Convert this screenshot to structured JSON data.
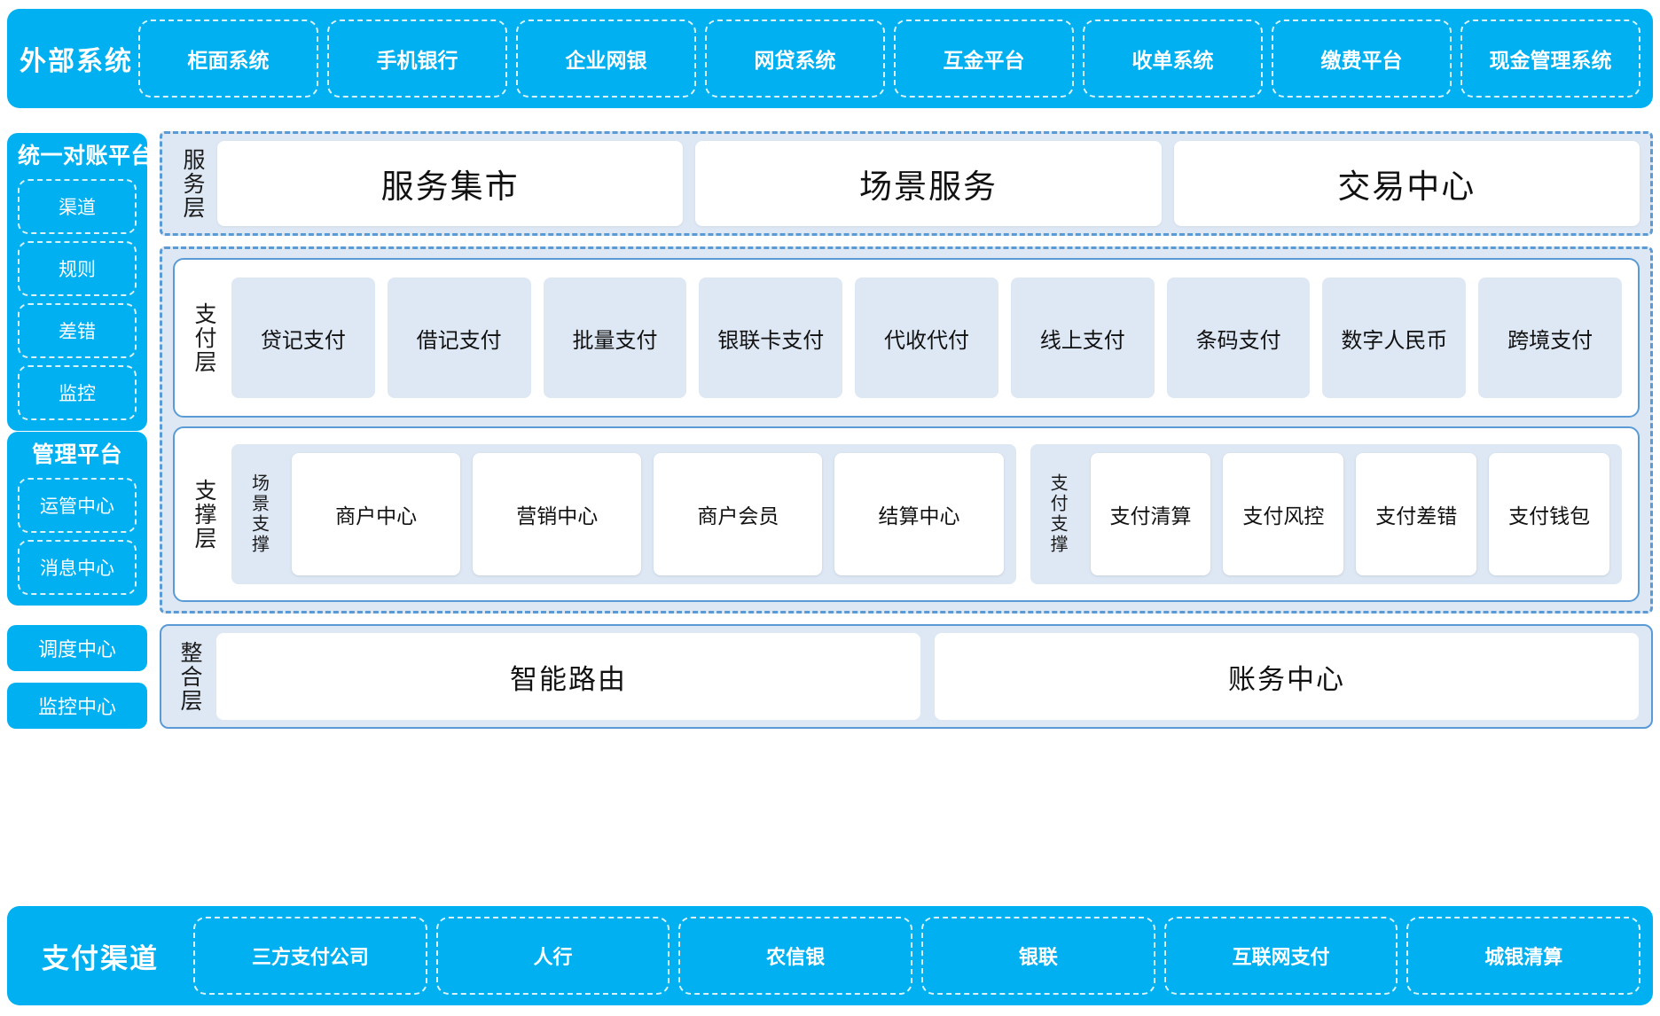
{
  "colors": {
    "cyan": "#00B0F0",
    "blue_border": "#5B9BD5",
    "panel_fill": "#DEE8F5",
    "white": "#FFFFFF"
  },
  "external": {
    "title": "外部系统",
    "items": [
      "柜面系统",
      "手机银行",
      "企业网银",
      "网贷系统",
      "互金平台",
      "收单系统",
      "缴费平台",
      "现金管理系统"
    ]
  },
  "sidebar": {
    "reconciliation": {
      "title": "统一对账平台",
      "items": [
        "渠道",
        "规则",
        "差错",
        "监控"
      ]
    },
    "management": {
      "title": "管理平台",
      "items": [
        "运管中心",
        "消息中心"
      ]
    },
    "scheduling": "调度中心",
    "monitoring": "监控中心"
  },
  "service_layer": {
    "label": "服务层",
    "cards": [
      "服务集市",
      "场景服务",
      "交易中心"
    ]
  },
  "payment_layer": {
    "label": "支付层",
    "cards": [
      "贷记支付",
      "借记支付",
      "批量支付",
      "银联卡支付",
      "代收代付",
      "线上支付",
      "条码支付",
      "数字人民币",
      "跨境支付"
    ]
  },
  "support_layer": {
    "label": "支撑层",
    "groups": [
      {
        "label": "场景支撑",
        "cards": [
          "商户中心",
          "营销中心",
          "商户会员",
          "结算中心"
        ]
      },
      {
        "label": "支付支撑",
        "cards": [
          "支付清算",
          "支付风控",
          "支付差错",
          "支付钱包"
        ]
      }
    ]
  },
  "integration_layer": {
    "label": "整合层",
    "cards": [
      "智能路由",
      "账务中心"
    ]
  },
  "channels": {
    "title": "支付渠道",
    "items": [
      "三方支付公司",
      "人行",
      "农信银",
      "银联",
      "互联网支付",
      "城银清算"
    ]
  }
}
